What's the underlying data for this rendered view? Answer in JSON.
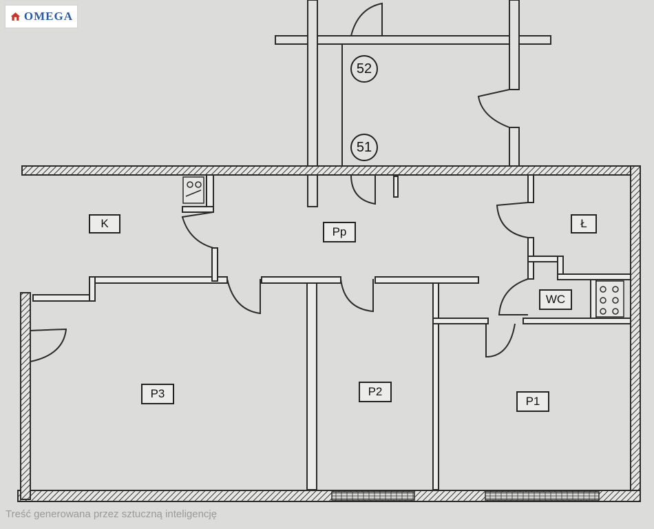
{
  "logo": {
    "text": "OMEGA"
  },
  "units": {
    "upper": "52",
    "lower": "51"
  },
  "rooms": {
    "k": "K",
    "pp": "Pp",
    "l": "Ł",
    "wc": "WC",
    "p3": "P3",
    "p2": "P2",
    "p1": "P1"
  },
  "caption": "Treść generowana przez sztuczną inteligencję",
  "colors": {
    "wall": "#2a2a2a",
    "paper": "#dcdcda",
    "logo_brand": "#2a5a9e"
  }
}
